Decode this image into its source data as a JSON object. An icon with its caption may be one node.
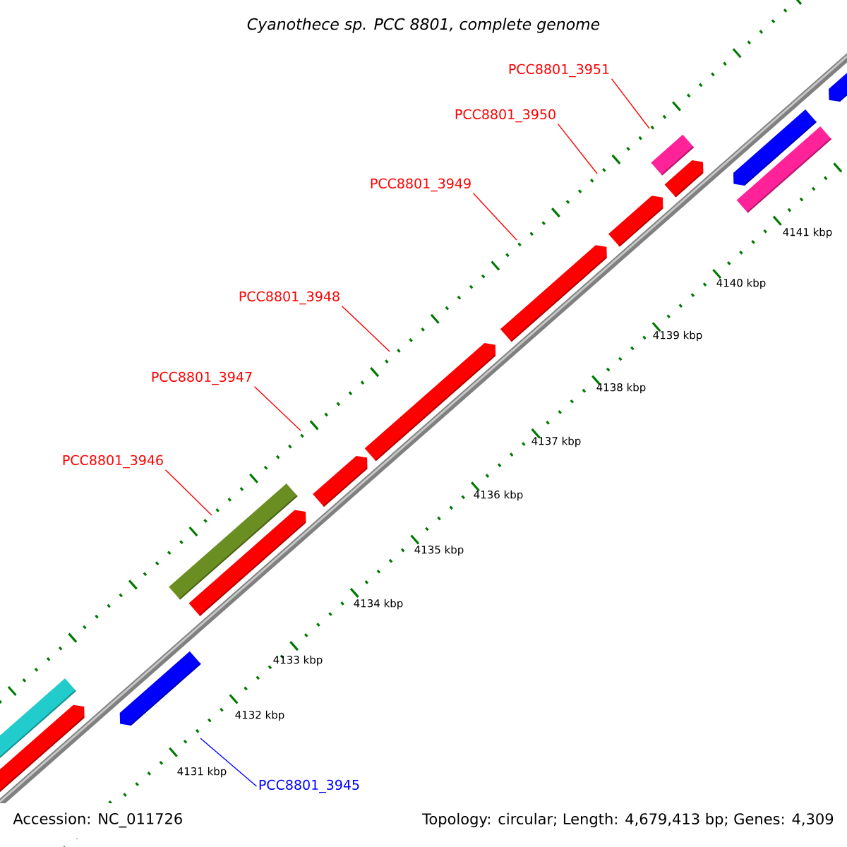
{
  "diagram": {
    "title": "Cyanothece sp. PCC 8801, complete genome",
    "nodes": [
      {
        "text": [
          "PCC8801_3951"
        ]
      },
      {
        "text": [
          "PCC8801_3950"
        ]
      },
      {
        "text": [
          "PCC8801_3949"
        ]
      },
      {
        "text": [
          "PCC8801_3948"
        ]
      },
      {
        "text": [
          "PCC8801_3947"
        ]
      },
      {
        "text": [
          "PCC8801_3946"
        ]
      },
      {
        "text": [
          "PCC8801_3945"
        ]
      }
    ],
    "edges": [
      {
        "from": 0,
        "to": null,
        "arrow": "none"
      },
      {
        "from": 1,
        "to": null,
        "arrow": "none"
      },
      {
        "from": 2,
        "to": null,
        "arrow": "none"
      },
      {
        "from": 3,
        "to": null,
        "arrow": "none"
      },
      {
        "from": 4,
        "to": null,
        "arrow": "none"
      },
      {
        "from": 5,
        "to": null,
        "arrow": "none"
      },
      {
        "from": 6,
        "to": null,
        "arrow": "none",
        "color": "#0000ff"
      }
    ],
    "labels": [
      "4141 kbp",
      "4140 kbp",
      "4139 kbp",
      "4138 kbp",
      "4137 kbp",
      "4136 kbp",
      "4135 kbp",
      "4134 kbp",
      "4133 kbp",
      "4132 kbp",
      "4131 kbp",
      "Accession: NC_011726",
      "Topology: circular; Length: 4,679,413 bp; Genes: 4,309"
    ]
  }
}
